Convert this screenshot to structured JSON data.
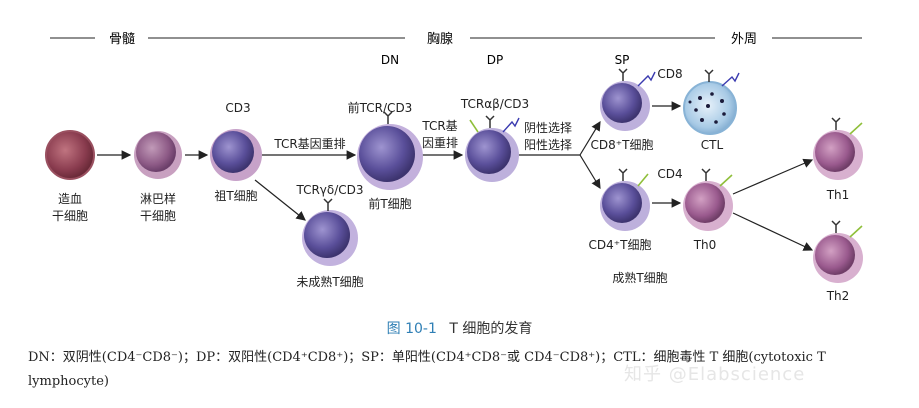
{
  "regions": {
    "bone_marrow": "骨髓",
    "thymus": "胸腺",
    "periphery": "外周"
  },
  "stages": {
    "dn": "DN",
    "dp": "DP",
    "sp": "SP"
  },
  "cells": {
    "hsc": "造血\n干细胞",
    "lymphoid": "淋巴样\n干细胞",
    "pro_t": "祖T细胞",
    "pre_t": "前T细胞",
    "immature": "未成熟T细胞",
    "cd8t": "CD8⁺T细胞",
    "cd4t": "CD4⁺T细胞",
    "ctl": "CTL",
    "th0": "Th0",
    "th1": "Th1",
    "th2": "Th2",
    "mature": "成熟T细胞"
  },
  "markers": {
    "cd3": "CD3",
    "pre_tcr": "前TCR/CD3",
    "tcr_rearr_1": "TCR基因重排",
    "tcr_rearr_2a": "TCR基",
    "tcr_rearr_2b": "因重排",
    "tcrgd": "TCRγδ/CD3",
    "tcrab": "TCRαβ/CD3",
    "neg_sel": "阴性选择",
    "pos_sel": "阳性选择",
    "cd8": "CD8",
    "cd4": "CD4"
  },
  "caption": {
    "number": "图 10-1",
    "title": "T 细胞的发育"
  },
  "footnote": "DN：双阴性(CD4⁻CD8⁻)；DP：双阳性(CD4⁺CD8⁺)；SP：单阳性(CD4⁺CD8⁻或 CD4⁻CD8⁺)；CTL：细胞毒性 T 细胞(cytotoxic T lymphocyte)",
  "watermark": "知乎 @Elabscience",
  "colors": {
    "cell_purple": "#5a4f9a",
    "cell_red": "#8a3c4f",
    "ctl_blue": "#a9cbe6",
    "caption_blue": "#2f7fb5"
  }
}
